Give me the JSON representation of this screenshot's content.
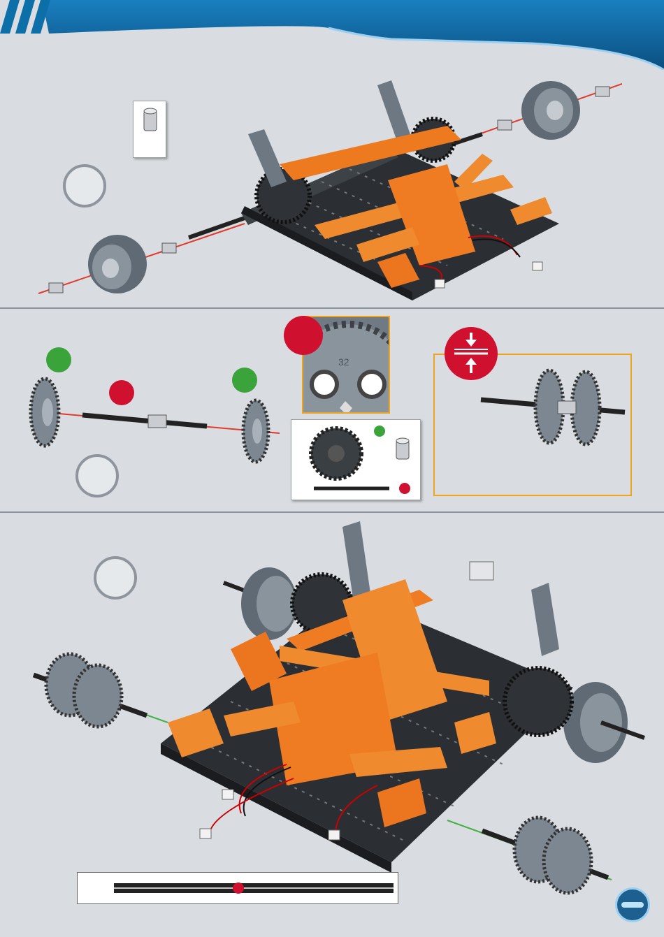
{
  "page": {
    "background": "#d9dde2",
    "accent_blue": "#0d6fa8",
    "accent_orange": "#f07a1f",
    "indicator_red": "#d0102f",
    "indicator_green": "#3aa33a",
    "panel_border": "#f0a41e"
  },
  "header": {
    "stripe_count": 3
  },
  "step1": {
    "number": "",
    "part_callout_icon": "bushing-icon"
  },
  "step2": {
    "number": "",
    "gear_closeup": {
      "gear_size": "32",
      "gear_size_mirrored_left": "32",
      "gear_size_mirrored_right": "32"
    },
    "parts_list": [
      "gear-icon",
      "bushing-icon",
      "axle-icon"
    ],
    "assembly_icon": "press-together-icon"
  },
  "step3": {
    "number": ""
  },
  "axle_ruler": {
    "icon": "axle-length-icon"
  },
  "corner_badge": {
    "icon": "page-badge-icon"
  }
}
